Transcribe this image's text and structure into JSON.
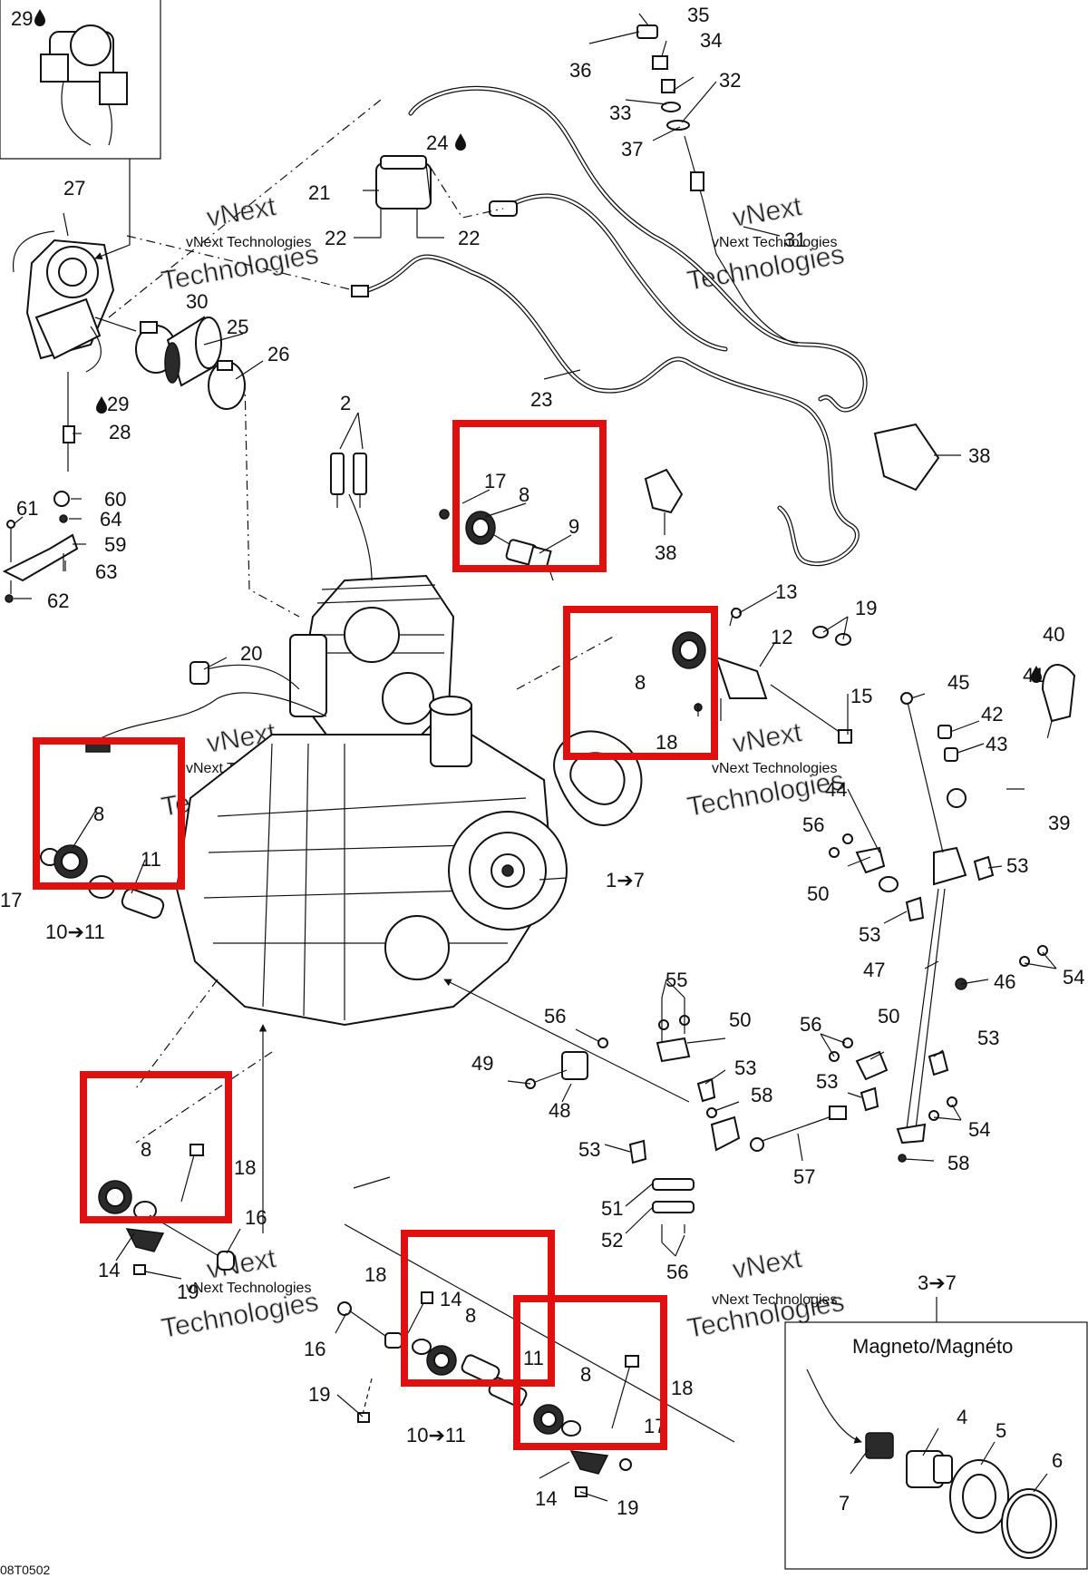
{
  "diagram": {
    "corner_code": "08T0502",
    "magneto_label": "Magneto/Magnéto",
    "watermark": {
      "company_small": "vNext Technologies",
      "brand_top": "vNext",
      "brand_bottom": "Technologies"
    },
    "callouts": {
      "c1": "1➔7",
      "c2": "2",
      "c3to7": "3➔7",
      "c4": "4",
      "c5": "5",
      "c6": "6",
      "c7": "7",
      "c8a": "8",
      "c8b": "8",
      "c8c": "8",
      "c8d": "8",
      "c8e": "8",
      "c8f": "8",
      "c9": "9",
      "c10a": "10➔11",
      "c10b": "10➔11",
      "c11a": "11",
      "c11b": "11",
      "c12": "12",
      "c13": "13",
      "c14a": "14",
      "c14b": "14",
      "c14c": "14",
      "c15": "15",
      "c16a": "16",
      "c16b": "16",
      "c17a": "17",
      "c17b": "17",
      "c17c": "17",
      "c18a": "18",
      "c18b": "18",
      "c18c": "18",
      "c18d": "18",
      "c19a": "19",
      "c19b": "19",
      "c19c": "19",
      "c19d": "19",
      "c20": "20",
      "c21": "21",
      "c22a": "22",
      "c22b": "22",
      "c23": "23",
      "c24": "24",
      "c25": "25",
      "c26": "26",
      "c27": "27",
      "c28": "28",
      "c29a": "29",
      "c29b": "29",
      "c30": "30",
      "c31": "31",
      "c32": "32",
      "c33": "33",
      "c34": "34",
      "c35": "35",
      "c36": "36",
      "c37": "37",
      "c38a": "38",
      "c38b": "38",
      "c39": "39",
      "c40": "40",
      "c41": "41",
      "c42": "42",
      "c43": "43",
      "c44": "44",
      "c45": "45",
      "c46": "46",
      "c47": "47",
      "c48": "48",
      "c49": "49",
      "c50a": "50",
      "c50b": "50",
      "c50c": "50",
      "c51": "51",
      "c52": "52",
      "c53a": "53",
      "c53b": "53",
      "c53c": "53",
      "c53d": "53",
      "c53e": "53",
      "c53f": "53",
      "c54a": "54",
      "c54b": "54",
      "c55": "55",
      "c56a": "56",
      "c56b": "56",
      "c56c": "56",
      "c56d": "56",
      "c57": "57",
      "c58a": "58",
      "c58b": "58",
      "c59": "59",
      "c60": "60",
      "c61": "61",
      "c62": "62",
      "c63": "63",
      "c64": "64"
    },
    "colors": {
      "highlight": "#e01010",
      "ink": "#111111",
      "watermark": "#c9c9c9"
    },
    "icons": {
      "fuel_drop": "droplet-icon",
      "arrow": "heavy-arrow-glyph"
    }
  }
}
